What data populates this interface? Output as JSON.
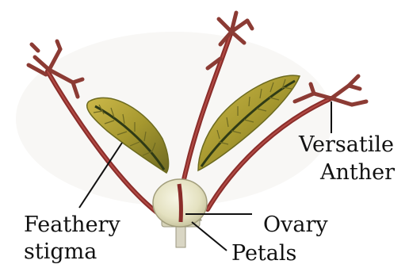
{
  "labels": {
    "versatile_anther": [
      "Versatile",
      "Anther"
    ],
    "feathery_stigma": [
      "Feathery",
      "stigma"
    ],
    "ovary": "Ovary",
    "petals": "Petals"
  },
  "colors": {
    "filament": "#8a2d2a",
    "anther": "#8c3b34",
    "stigma_fill": "#b9a83a",
    "stigma_dark": "#2f3b16",
    "ovary": "#e6e4c6",
    "pointer_line": "#111111",
    "text": "#111111"
  }
}
